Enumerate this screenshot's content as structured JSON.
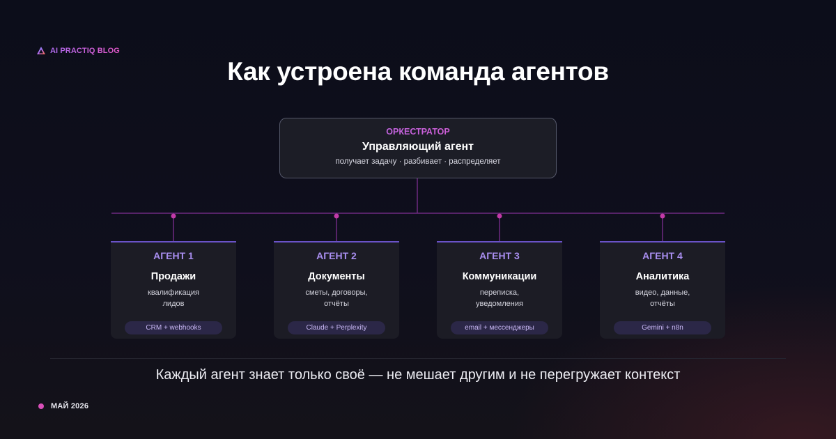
{
  "brand": {
    "text": "AI PRACTIQ BLOG",
    "logo_icon": "triangle-logo-icon"
  },
  "title": "Как устроена команда агентов",
  "orchestrator": {
    "role": "ОРКЕСТРАТОР",
    "name": "Управляющий агент",
    "description": "получает задачу · разбивает · распределяет"
  },
  "agents": [
    {
      "label": "АГЕНТ 1",
      "name": "Продажи",
      "description": "квалификация\nлидов",
      "tag": "CRM + webhooks"
    },
    {
      "label": "АГЕНТ 2",
      "name": "Документы",
      "description": "сметы, договоры,\nотчёты",
      "tag": "Claude + Perplexity"
    },
    {
      "label": "АГЕНТ 3",
      "name": "Коммуникации",
      "description": "переписка,\nуведомления",
      "tag": "email + мессенджеры"
    },
    {
      "label": "АГЕНТ 4",
      "name": "Аналитика",
      "description": "видео, данные,\nотчёты",
      "tag": "Gemini + n8n"
    }
  ],
  "footer": "Каждый агент знает только своё — не мешает другим и не перегружает контекст",
  "date": "МАЙ 2026",
  "colors": {
    "accent_purple": "#a98ef0",
    "accent_pink": "#e257c8",
    "connector": "#6e2a82",
    "background": "#0e0e1b"
  }
}
